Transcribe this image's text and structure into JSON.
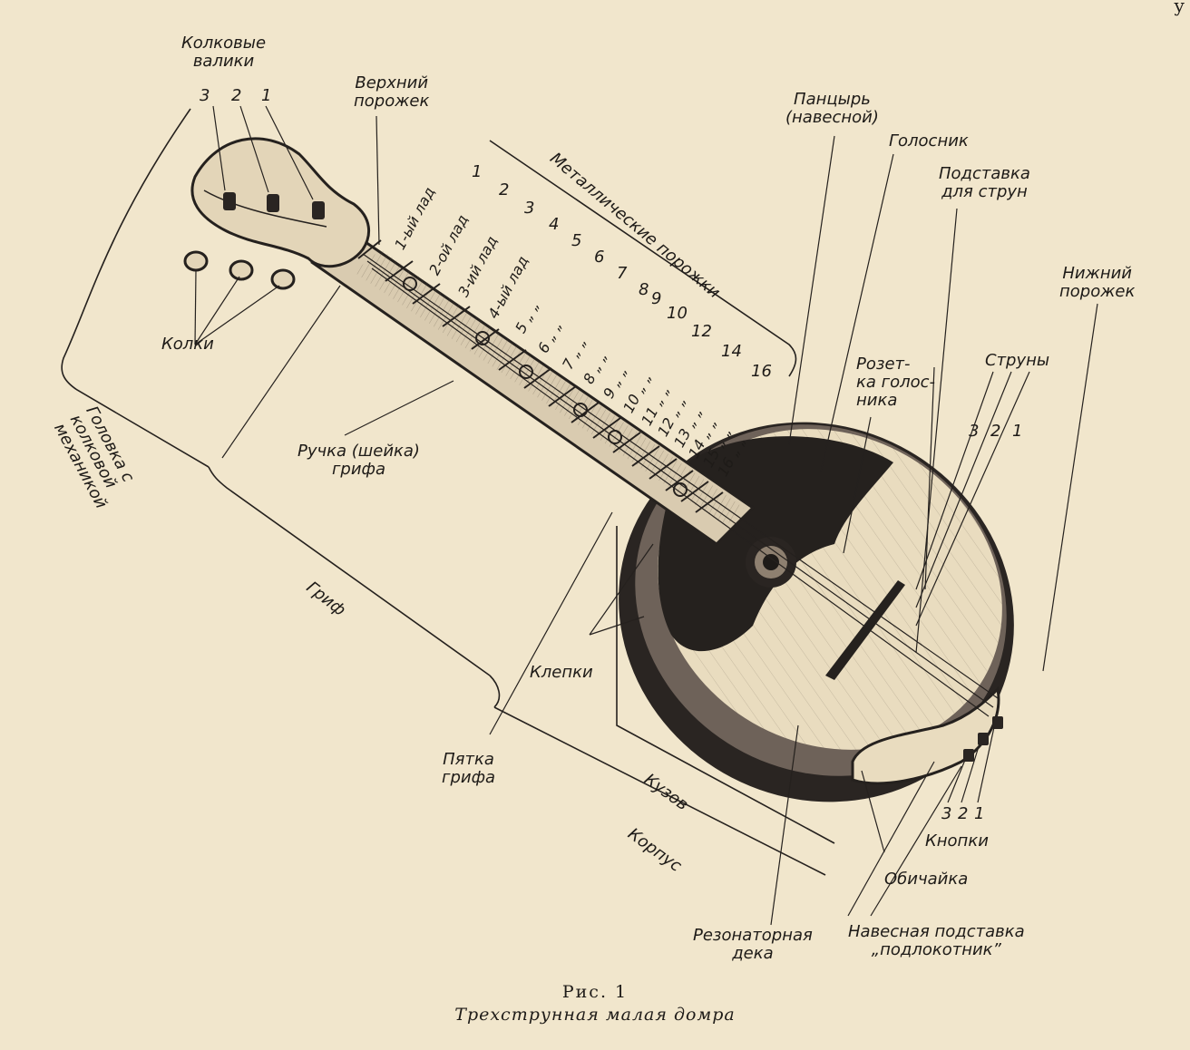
{
  "corner_mark": "у",
  "labels": {
    "kolkovye_valiki": [
      "Колковые",
      "валики"
    ],
    "verkhny_porozhek": [
      "Верхний",
      "порожек"
    ],
    "pantsyr": [
      "Панцырь",
      "(навесной)"
    ],
    "golosnik": "Голосник",
    "podstavka": [
      "Подставка",
      "для струн"
    ],
    "nizhny_porozhek": [
      "Нижний",
      "порожек"
    ],
    "rozetka": [
      "Розет-",
      "ка голос-",
      "ника"
    ],
    "struny": "Струны",
    "metal_porozhki": "Металлические порожки",
    "kolki": "Колки",
    "golovka": [
      "Головка с",
      "колковой",
      "механикой"
    ],
    "ruchka": [
      "Ручка (шейка)",
      "грифа"
    ],
    "grif": "Гриф",
    "klepki": "Клепки",
    "pyatka": [
      "Пятка",
      "грифа"
    ],
    "kuzov": "Кузов",
    "korpus": "Корпус",
    "knopki": "Кнопки",
    "obichaika": "Обичайка",
    "rezonatornaya": [
      "Резонаторная",
      "дека"
    ],
    "navesnaya": [
      "Навесная подставка",
      "„подлокотник”"
    ]
  },
  "peg_numbers": [
    "3",
    "2",
    "1"
  ],
  "string_numbers": [
    "3",
    "2",
    "1"
  ],
  "button_numbers": [
    "3",
    "2",
    "1"
  ],
  "fret_labels": [
    "1-ый лад",
    "2-ой лад",
    "3-ий лад",
    "4-ый лад",
    "5 „ „",
    "6 „ „",
    "7 „ „",
    "8 „ „",
    "9 „ „",
    "10 „ „",
    "11 „ „",
    "12 „ „",
    "13 „ „",
    "14 „ „",
    "15 „ „",
    "16 „ „"
  ],
  "fret_numbers": [
    "1",
    "2",
    "3",
    "4",
    "5",
    "6",
    "7",
    "8",
    "9",
    "10",
    "12",
    "14",
    "16"
  ],
  "caption": {
    "figure": "Рис. 1",
    "title": "Трехструнная малая домра"
  }
}
